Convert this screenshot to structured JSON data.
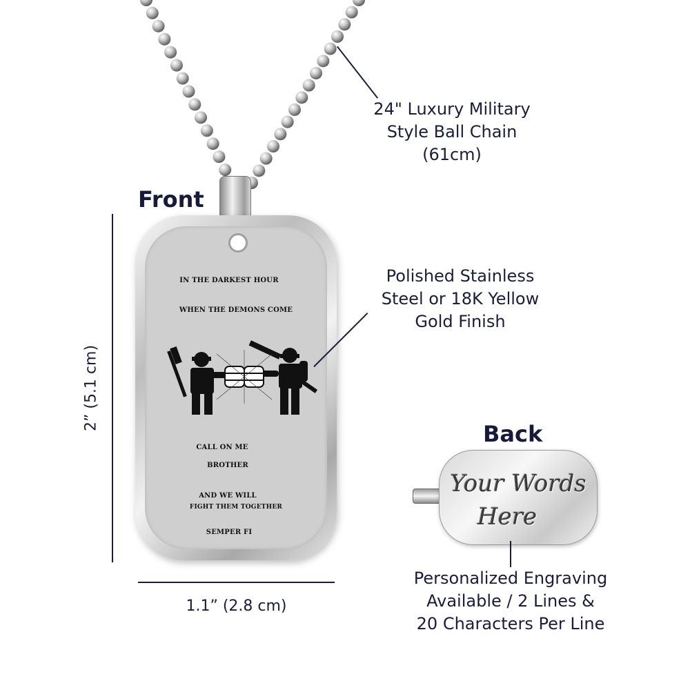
{
  "labels": {
    "front": "Front",
    "back": "Back"
  },
  "chain": {
    "line1": "24\" Luxury Military",
    "line2": "Style Ball Chain",
    "line3": "(61cm)"
  },
  "finish": {
    "line1": "Polished Stainless",
    "line2": "Steel or 18K Yellow",
    "line3": "Gold Finish"
  },
  "engraving": {
    "line1": "Personalized Engraving",
    "line2": "Available / 2 Lines &",
    "line3": "20 Characters Per Line"
  },
  "dimensions": {
    "height": "2” (5.1 cm)",
    "width": "1.1” (2.8 cm)"
  },
  "tag_front": {
    "l1": "IN THE DARKEST HOUR",
    "l2": "WHEN THE DEMONS COME",
    "l3": "CALL ON ME",
    "l4": "BROTHER",
    "l5": "AND WE WILL",
    "l6": "FIGHT THEM TOGETHER",
    "l7": "SEMPER FI"
  },
  "tag_back": {
    "l1": "Your Words",
    "l2": "Here"
  }
}
